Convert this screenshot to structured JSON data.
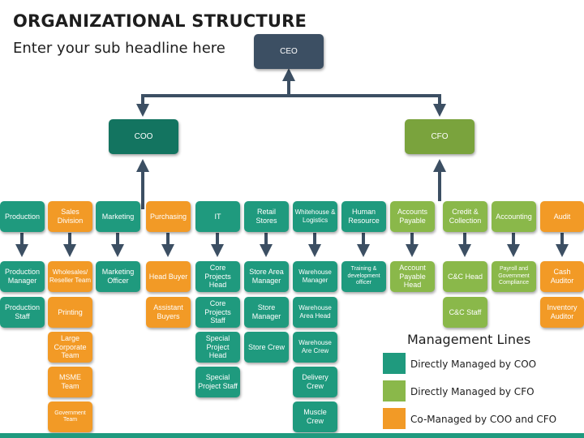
{
  "title": "ORGANIZATIONAL STRUCTURE",
  "subtitle": "Enter your sub headline here",
  "ceo": "CEO",
  "coo": "COO",
  "cfo": "CFO",
  "departments": {
    "production": {
      "head": "Production",
      "items": [
        "Production Manager",
        "Production Staff"
      ]
    },
    "sales": {
      "head": "Sales Division",
      "items": [
        "Wholesales/ Reseller Team",
        "Printing",
        "Large Corporate Team",
        "MSME Team",
        "Government Team"
      ]
    },
    "marketing": {
      "head": "Marketing",
      "items": [
        "Marketing Officer"
      ]
    },
    "purchasing": {
      "head": "Purchasing",
      "items": [
        "Head Buyer",
        "Assistant Buyers"
      ]
    },
    "it": {
      "head": "IT",
      "items": [
        "Core Projects Head",
        "Core Projects Staff",
        "Special Project Head",
        "Special Project Staff"
      ]
    },
    "retail": {
      "head": "Retail Stores",
      "items": [
        "Store Area Manager",
        "Store Manager",
        "Store Crew"
      ]
    },
    "warehouse": {
      "head": "Whitehouse & Logistics",
      "items": [
        "Warehouse Manager",
        "Warehouse Area Head",
        "Warehouse Are Crew",
        "Delivery Crew",
        "Muscle Crew"
      ]
    },
    "hr": {
      "head": "Human Resource",
      "items": [
        "Training & development officer"
      ]
    },
    "ap": {
      "head": "Accounts Payable",
      "items": [
        "Account Payable Head"
      ]
    },
    "credit": {
      "head": "Credit & Collection",
      "items": [
        "C&C Head",
        "C&C Staff"
      ]
    },
    "accounting": {
      "head": "Accounting",
      "items": [
        "Payroll and Government Compliance"
      ]
    },
    "audit": {
      "head": "Audit",
      "items": [
        "Cash Auditor",
        "Inventory Auditor"
      ]
    }
  },
  "legend": {
    "title": "Management Lines",
    "items": [
      {
        "label": "Directly Managed by COO",
        "color": "#1f9a7e"
      },
      {
        "label": "Directly Managed by CFO",
        "color": "#8ab84a"
      },
      {
        "label": "Co-Managed by COO and CFO",
        "color": "#f29a26"
      }
    ]
  },
  "colors": {
    "coo_teal": "#1f9a7e",
    "cfo_green": "#8ab84a",
    "co_managed_orange": "#f29a26",
    "ceo_navy": "#3c4f63",
    "connector": "#3c4f63"
  }
}
